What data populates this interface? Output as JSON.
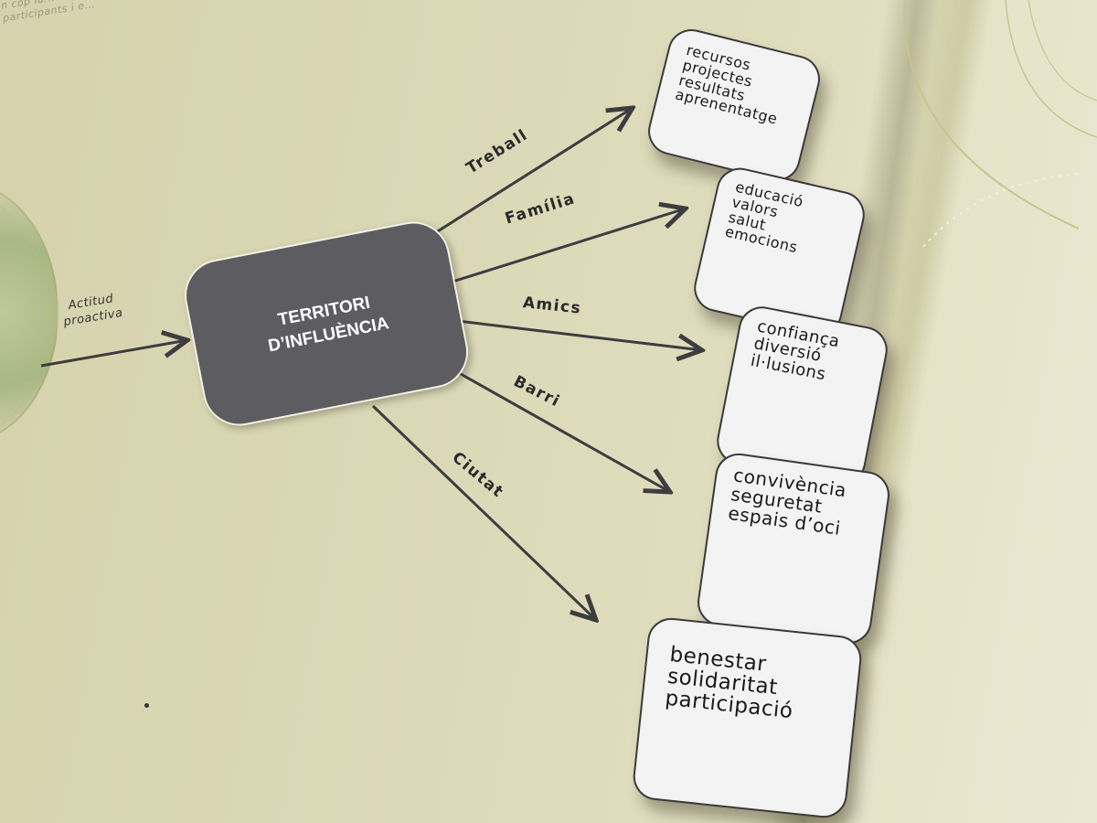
{
  "center": {
    "lines": [
      "TERRITORI",
      "D’INFLUÈNCIA"
    ]
  },
  "input": {
    "lines": [
      "Actitud",
      "proactiva"
    ]
  },
  "branches": [
    {
      "label": "Treball",
      "items": [
        "recursos",
        "projectes",
        "resultats",
        "aprenentatge"
      ]
    },
    {
      "label": "Família",
      "items": [
        "educació",
        "valors",
        "salut",
        "emocions"
      ]
    },
    {
      "label": "Amics",
      "items": [
        "confiança",
        "diversió",
        "il·lusions"
      ]
    },
    {
      "label": "Barri",
      "items": [
        "convivència",
        "seguretat",
        "espais d’oci"
      ]
    },
    {
      "label": "Ciutat",
      "items": [
        "benestar",
        "solidaritat",
        "participació"
      ]
    }
  ],
  "header_snippet": {
    "lines": [
      "n cop la...",
      "participants i e..."
    ]
  },
  "colors": {
    "page": "#dcd9b8",
    "center_fill": "#5c5c61",
    "box_fill": "#f4f3f4",
    "arrow": "#3d3d3f"
  }
}
